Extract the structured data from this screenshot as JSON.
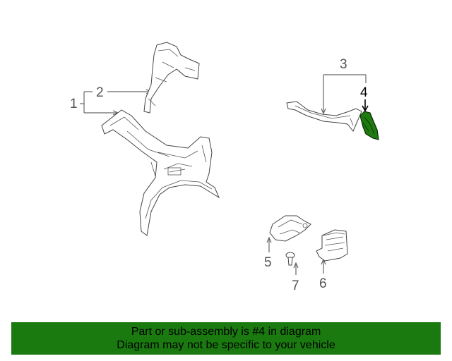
{
  "callouts": {
    "c1": "1",
    "c2": "2",
    "c3": "3",
    "c4": "4",
    "c5": "5",
    "c6": "6",
    "c7": "7"
  },
  "highlight_color": "#1a7a10",
  "banner": {
    "line1": "Part or sub-assembly is #4 in diagram",
    "line2": "Diagram may not be specific to your vehicle"
  }
}
